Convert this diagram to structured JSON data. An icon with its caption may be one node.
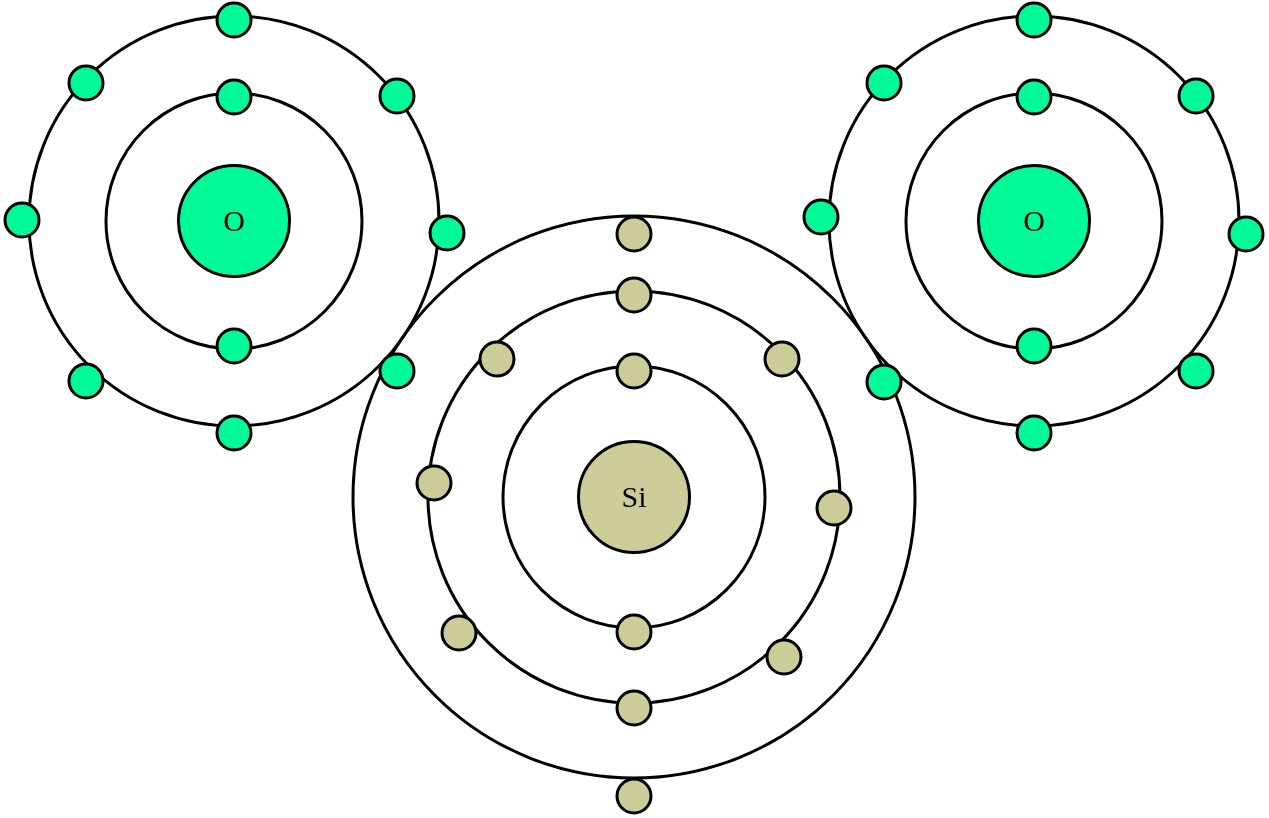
{
  "diagram": {
    "nodes": [
      {
        "text": [
          "O"
        ]
      },
      {
        "text": [
          "O"
        ]
      },
      {
        "text": [
          "Si"
        ]
      }
    ]
  }
}
